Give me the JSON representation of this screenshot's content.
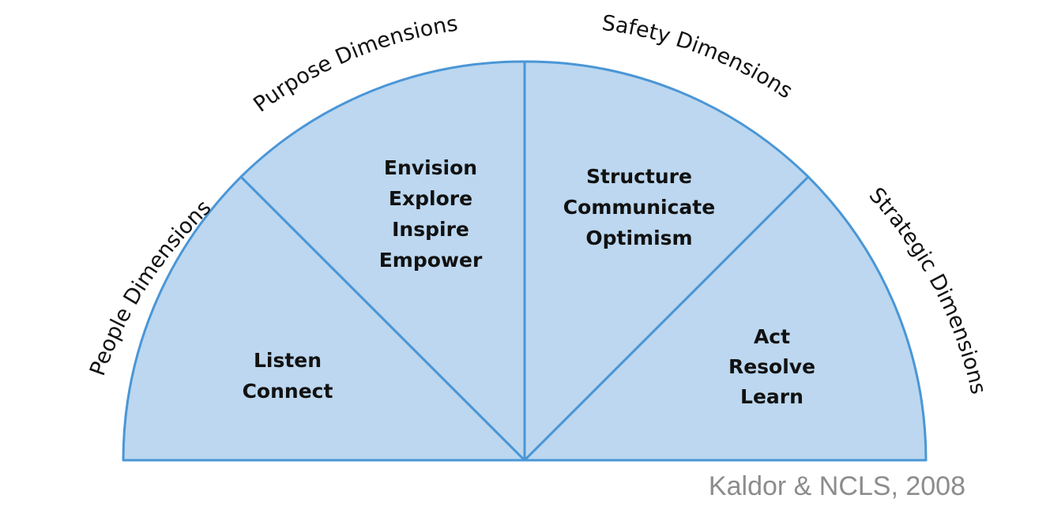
{
  "dimensions": [
    {
      "label": "People Dimensions",
      "items": [
        "Listen",
        "Connect"
      ]
    },
    {
      "label": "Purpose Dimensions",
      "items": [
        "Envision",
        "Explore",
        "Inspire",
        "Empower"
      ]
    },
    {
      "label": "Safety Dimensions",
      "items": [
        "Structure",
        "Communicate",
        "Optimism"
      ]
    },
    {
      "label": "Strategic Dimensions",
      "items": [
        "Act",
        "Resolve",
        "Learn"
      ]
    }
  ],
  "credit": "Kaldor & NCLS, 2008",
  "colors": {
    "fill": "#bcd7ef",
    "stroke": "#4a96d6",
    "text": "#111111",
    "credit": "#8c8c8c"
  }
}
